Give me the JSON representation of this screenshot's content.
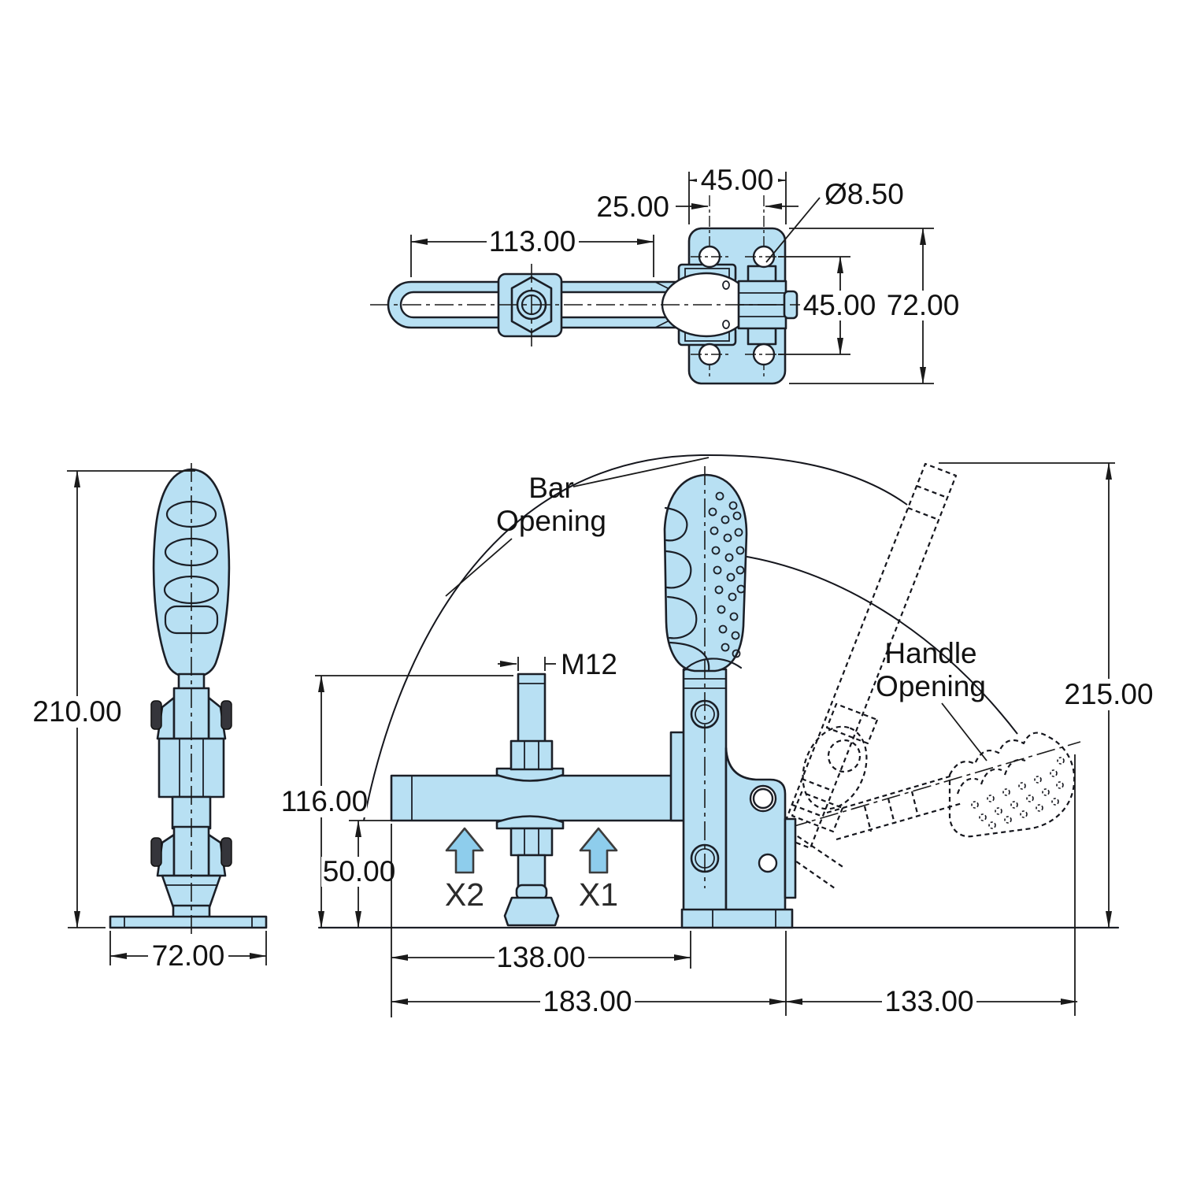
{
  "drawing": {
    "type": "engineering-dimension-drawing",
    "subject": "vertical handle toggle clamp, three views with open-position phantom lines",
    "colors": {
      "background": "#ffffff",
      "part_fill": "#b8e0f3",
      "outline": "#1b1f27",
      "dimension": "#1a1a1a",
      "arrow_fill": "#8ecdec",
      "arrow_outline": "#3c3c3c"
    },
    "top_view": {
      "dims": {
        "bar_length": "113.00",
        "plate_width": "45.00",
        "hole_col_spacing": "25.00",
        "hole_diameter": "Ø8.50",
        "hole_row_spacing": "45.00",
        "plate_height": "72.00"
      }
    },
    "front_view": {
      "dims": {
        "overall_height": "210.00",
        "base_width": "72.00"
      }
    },
    "side_view": {
      "annotations": {
        "bar_opening_line1": "Bar",
        "bar_opening_line2": "Opening",
        "handle_opening_line1": "Handle",
        "handle_opening_line2": "Opening",
        "spindle_thread": "M12",
        "force_point_2": "X2",
        "force_point_1": "X1"
      },
      "dims": {
        "spindle_top_height": "116.00",
        "bar_height": "50.00",
        "bar_end_to_body": "138.00",
        "overall_length": "183.00",
        "handle_overhang": "133.00",
        "open_height": "215.00"
      }
    }
  }
}
